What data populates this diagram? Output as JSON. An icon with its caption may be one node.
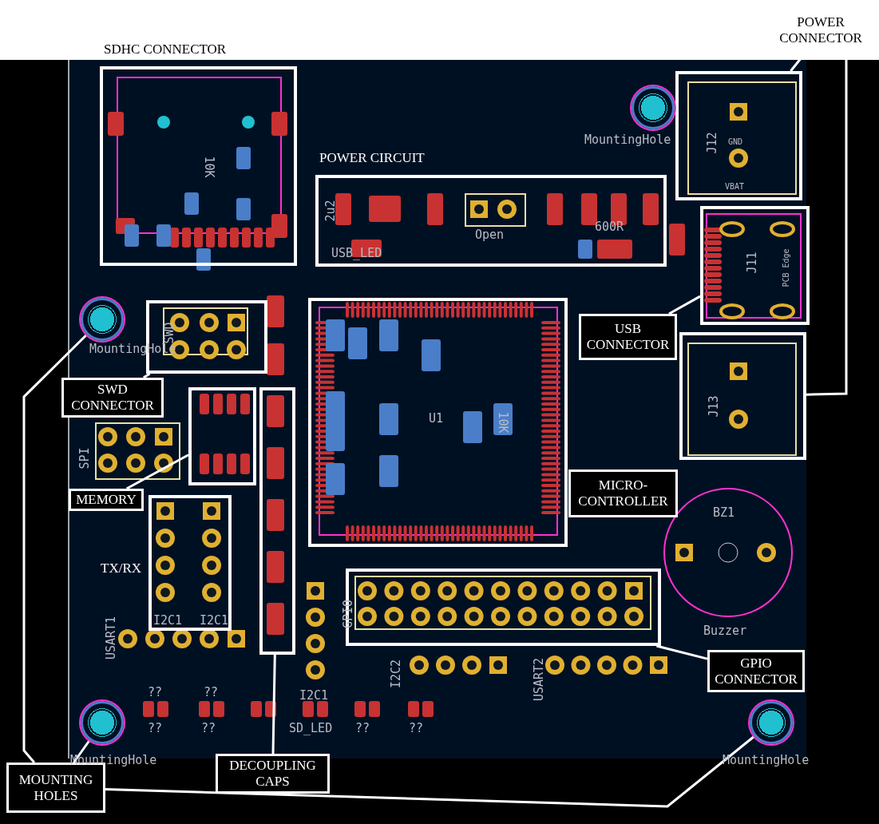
{
  "diagram": {
    "nodes": [
      {
        "text": [
          "SDHC CONNECTOR"
        ]
      },
      {
        "text": [
          "POWER CIRCUIT"
        ]
      },
      {
        "text": [
          "POWER CONNECTOR"
        ]
      },
      {
        "text": [],
        "shape": "box"
      },
      {
        "text": [],
        "shape": "box"
      },
      {
        "text": [
          "USB CONNECTOR"
        ]
      },
      {
        "text": [],
        "shape": "box"
      },
      {
        "text": [
          "SWD CONNECTOR"
        ]
      },
      {
        "text": [],
        "shape": "box"
      },
      {
        "text": [
          "MEMORY"
        ]
      },
      {
        "text": [],
        "shape": "box"
      },
      {
        "text": [
          "TX/RX"
        ]
      },
      {
        "text": [
          "MICRO-CONTROLLER"
        ]
      },
      {
        "text": [],
        "shape": "box"
      },
      {
        "text": [
          "DECOUPLING CAPS"
        ]
      },
      {
        "text": [],
        "shape": "box"
      },
      {
        "text": [
          "GPIO CONNECTOR"
        ]
      },
      {
        "text": [],
        "shape": "box"
      },
      {
        "text": [
          "MOUNTING HOLES"
        ]
      },
      {
        "text": [],
        "shape": "circle"
      },
      {
        "text": [],
        "shape": "circle"
      },
      {
        "text": [],
        "shape": "circle"
      },
      {
        "text": [],
        "shape": "circle"
      }
    ],
    "edges": [
      {
        "from": 2,
        "to": 3,
        "arrow": "none"
      },
      {
        "from": 2,
        "to": 4,
        "arrow": "none"
      },
      {
        "from": 5,
        "to": 6,
        "arrow": "none"
      },
      {
        "from": 7,
        "to": 8,
        "arrow": "none"
      },
      {
        "from": 9,
        "to": 10,
        "arrow": "none"
      },
      {
        "from": 14,
        "to": 15,
        "arrow": "none"
      },
      {
        "from": 16,
        "to": 17,
        "arrow": "none"
      },
      {
        "from": 18,
        "to": 19,
        "arrow": "none"
      },
      {
        "from": 18,
        "to": 21,
        "arrow": "none"
      },
      {
        "from": 18,
        "to": 22,
        "arrow": "none"
      }
    ],
    "labels": [
      "MountingHole",
      "J12",
      "GND",
      "VBAT",
      "10K",
      "2u2",
      "Open",
      "600R",
      "USB_LED",
      "J11",
      "PCB Edge",
      "MountingHole",
      "SWD",
      "J13",
      "SPI",
      "U1",
      "10K",
      "BZ1",
      "Buzzer",
      "GPIO",
      "USART1",
      "I2C1",
      "I2C1",
      "I2C2",
      "USART2",
      "??",
      "??",
      "I2C1",
      "??",
      "??",
      "SD_LED",
      "??",
      "??",
      "MountingHole",
      "MountingHole"
    ]
  }
}
